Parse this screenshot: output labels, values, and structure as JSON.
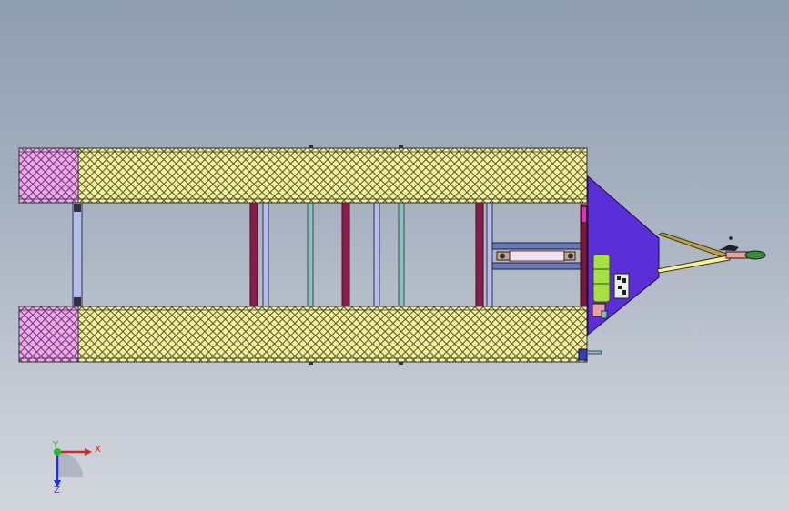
{
  "viewport": {
    "background_top": "#8f9db0",
    "background_bottom": "#d2d6dc"
  },
  "model": {
    "view": "top",
    "parts": [
      {
        "name": "upper-deck-panel",
        "color": "#f3f19a"
      },
      {
        "name": "lower-deck-panel",
        "color": "#f3f19a"
      },
      {
        "name": "rear-end-block-upper",
        "color": "#f0a8ee"
      },
      {
        "name": "rear-end-block-lower",
        "color": "#f0a8ee"
      },
      {
        "name": "front-hitch-plate",
        "color": "#5a2fd8"
      },
      {
        "name": "tow-bar-arm",
        "color": "#b9a24a"
      },
      {
        "name": "tow-coupler",
        "color": "#e7a2a0"
      },
      {
        "name": "coupler-tip",
        "color": "#3b8a3b"
      },
      {
        "name": "cross-member-dark",
        "color": "#8a1b4a"
      },
      {
        "name": "cross-member-light",
        "color": "#b5bde8"
      },
      {
        "name": "cross-member-teal",
        "color": "#8fbfbf"
      },
      {
        "name": "hydraulic-cylinder",
        "color": "#f0e2f0"
      },
      {
        "name": "gas-tank",
        "color": "#a7e040"
      },
      {
        "name": "control-box",
        "color": "#e6f0e6"
      }
    ]
  },
  "triad": {
    "x_label": "X",
    "y_label": "Y",
    "z_label": "Z",
    "x_color": "#e02020",
    "y_color": "#20c020",
    "z_color": "#2030e0"
  }
}
